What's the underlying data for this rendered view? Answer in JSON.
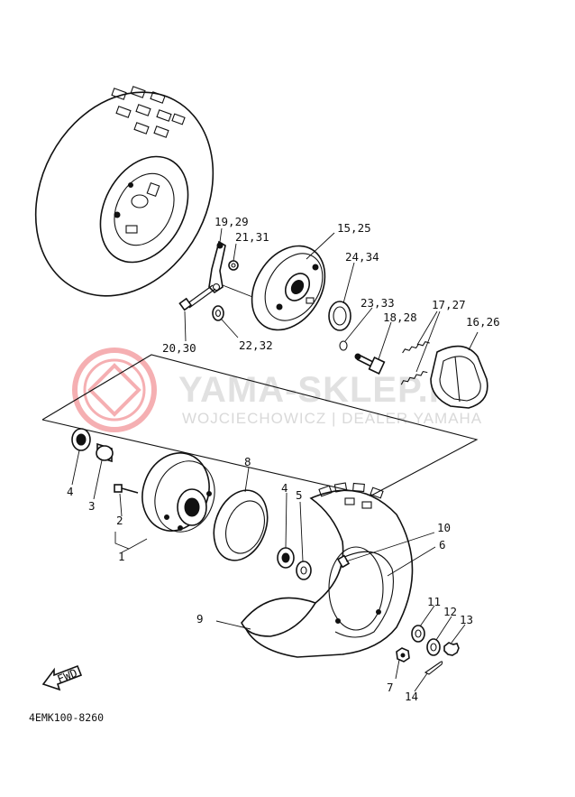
{
  "watermark": {
    "title": "YAMA-SKLEP.PL",
    "subtitle": "WOJCIECHOWICZ | DEALER YAMAHA",
    "logo_color": "#e31e24"
  },
  "diagram_code": "4EMK100-8260",
  "fwd_label": "FWD",
  "callouts": {
    "c1": "1",
    "c2": "2",
    "c3": "3",
    "c4a": "4",
    "c4b": "4",
    "c5": "5",
    "c6": "6",
    "c7": "7",
    "c8": "8",
    "c9": "9",
    "c10": "10",
    "c11": "11",
    "c12": "12",
    "c13": "13",
    "c14": "14",
    "c15_25": "15,25",
    "c16_26": "16,26",
    "c17_27": "17,27",
    "c18_28": "18,28",
    "c19_29": "19,29",
    "c20_30": "20,30",
    "c21_31": "21,31",
    "c22_32": "22,32",
    "c23_33": "23,33",
    "c24_34": "24,34"
  }
}
